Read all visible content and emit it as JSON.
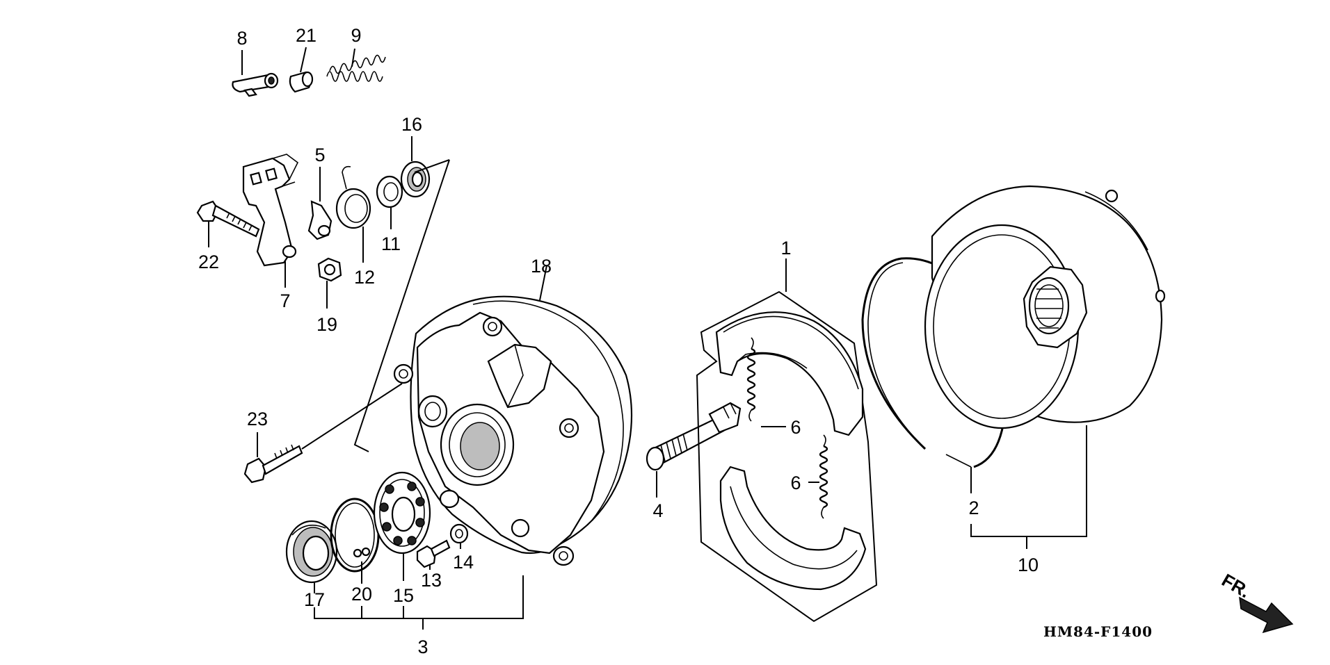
{
  "diagram_code": "HM84-F1400",
  "direction_label": "FR.",
  "callouts": {
    "c1": "1",
    "c2": "2",
    "c3": "3",
    "c4": "4",
    "c5": "5",
    "c6a": "6",
    "c6b": "6",
    "c7": "7",
    "c8": "8",
    "c9": "9",
    "c10": "10",
    "c11": "11",
    "c12": "12",
    "c13": "13",
    "c14": "14",
    "c15": "15",
    "c16": "16",
    "c17": "17",
    "c18": "18",
    "c19": "19",
    "c20": "20",
    "c21": "21",
    "c22": "22",
    "c23": "23"
  }
}
